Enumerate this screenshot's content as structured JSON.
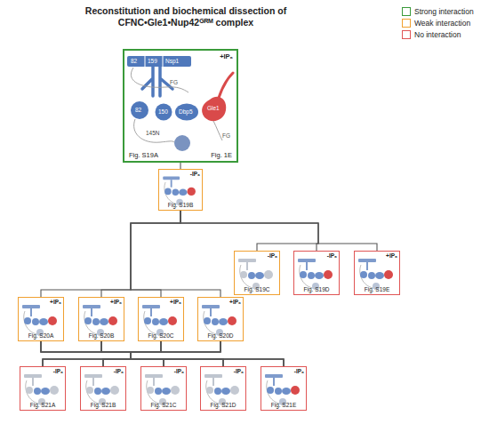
{
  "diagram": {
    "title": "Reconstitution and biochemical dissection of CFNC•Gle1•Nup42ᴳᴿᴹ complex",
    "nodes": [
      {
        "text": [
          "+IP₆",
          "Fig. S19A",
          "Fig. 1E"
        ]
      },
      {
        "text": [
          "-IP₆",
          "Fig. S19B"
        ]
      },
      {
        "text": [
          "-IP₆",
          "Fig. S19C"
        ]
      },
      {
        "text": [
          "-IP₆",
          "Fig. S19D"
        ]
      },
      {
        "text": [
          "+IP₆",
          "Fig. S19E"
        ]
      },
      {
        "text": [
          "+IP₆",
          "Fig. S20A"
        ]
      },
      {
        "text": [
          "+IP₆",
          "Fig. S20B"
        ]
      },
      {
        "text": [
          "+IP₆",
          "Fig. S20C"
        ]
      },
      {
        "text": [
          "+IP₆",
          "Fig. S20D"
        ]
      },
      {
        "text": [
          "-IP₆",
          "Fig. S21A"
        ]
      },
      {
        "text": [
          "-IP₆",
          "Fig. S21B"
        ]
      },
      {
        "text": [
          "-IP₆",
          "Fig. S21C"
        ]
      },
      {
        "text": [
          "-IP₆",
          "Fig. S21D"
        ]
      },
      {
        "text": [
          "-IP₆",
          "Fig. S21E"
        ]
      }
    ],
    "edges": [
      {
        "from": 0,
        "to": 1,
        "arrow": "none"
      },
      {
        "from": 1,
        "to": 2,
        "arrow": "none"
      },
      {
        "from": 1,
        "to": 3,
        "arrow": "none"
      },
      {
        "from": 1,
        "to": 4,
        "arrow": "none"
      },
      {
        "from": 1,
        "to": 5,
        "arrow": "none"
      },
      {
        "from": 1,
        "to": 6,
        "arrow": "none"
      },
      {
        "from": 1,
        "to": 7,
        "arrow": "none"
      },
      {
        "from": 1,
        "to": 8,
        "arrow": "none"
      },
      {
        "from": 5,
        "to": 9,
        "arrow": "none"
      },
      {
        "from": 5,
        "to": 10,
        "arrow": "none"
      },
      {
        "from": 5,
        "to": 11,
        "arrow": "none"
      },
      {
        "from": 5,
        "to": 12,
        "arrow": "none"
      },
      {
        "from": 5,
        "to": 13,
        "arrow": "none"
      },
      {
        "from": 6,
        "to": 9,
        "arrow": "none"
      },
      {
        "from": 6,
        "to": 10,
        "arrow": "none"
      },
      {
        "from": 6,
        "to": 11,
        "arrow": "none"
      },
      {
        "from": 6,
        "to": 12,
        "arrow": "none"
      },
      {
        "from": 6,
        "to": 13,
        "arrow": "none"
      },
      {
        "from": 7,
        "to": 9,
        "arrow": "none"
      },
      {
        "from": 7,
        "to": 10,
        "arrow": "none"
      },
      {
        "from": 7,
        "to": 11,
        "arrow": "none"
      },
      {
        "from": 7,
        "to": 12,
        "arrow": "none"
      },
      {
        "from": 7,
        "to": 13,
        "arrow": "none"
      },
      {
        "from": 8,
        "to": 9,
        "arrow": "none"
      },
      {
        "from": 8,
        "to": 10,
        "arrow": "none"
      },
      {
        "from": 8,
        "to": 11,
        "arrow": "none"
      },
      {
        "from": 8,
        "to": 12,
        "arrow": "none"
      },
      {
        "from": 8,
        "to": 13,
        "arrow": "none"
      }
    ],
    "labels": [
      "82",
      "159",
      "Nsp1",
      "FG",
      "82",
      "150",
      "Dbp5",
      "Gle1",
      "145N",
      "FG"
    ],
    "legend": [
      {
        "text": "Strong interaction",
        "color": "#3a9a3a"
      },
      {
        "text": "Weak interaction",
        "color": "#f0a030"
      },
      {
        "text": "No interaction",
        "color": "#e05555"
      }
    ]
  }
}
